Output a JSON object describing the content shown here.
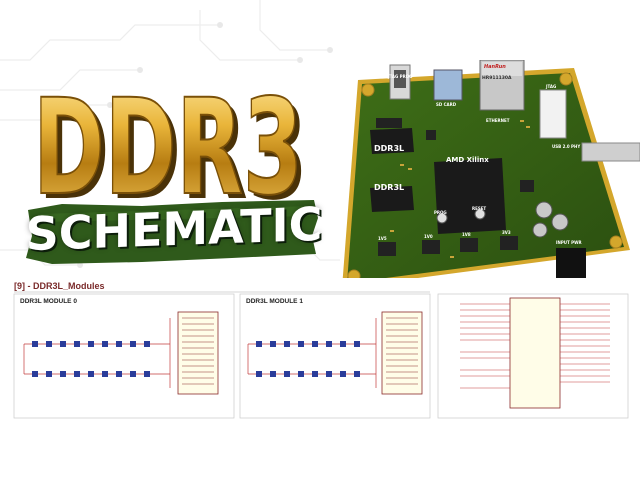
{
  "title": {
    "line1": "DDR3",
    "line2": "SCHEMATIC"
  },
  "board": {
    "chips": {
      "ddr_top": "DDR3L",
      "ddr_bottom": "DDR3L",
      "fpga": "AMD Xilinx"
    },
    "ethernet_brand": "HanRun",
    "ethernet_part": "HR911130A",
    "connector_labels": [
      "JTAG PROG",
      "SD CARD",
      "JTAG",
      "ETHERNET",
      "USB 2.0 PHY",
      "INPUT PWR"
    ],
    "rail_labels": [
      "1V5",
      "1V0",
      "1V8",
      "3V3"
    ],
    "button_labels": [
      "RESET",
      "PROG"
    ],
    "colors": {
      "pcb": "#2f5a12",
      "pcb_edge": "#d4a72c",
      "chip": "#1a1a1a",
      "title_gold": "#d8a528",
      "ribbon_green": "#2f5a1b"
    }
  },
  "schematic": {
    "header": "[9] - DDR3L_Modules",
    "modules": [
      {
        "label": "DDR3L MODULE 0"
      },
      {
        "label": "DDR3L MODULE 1"
      }
    ]
  }
}
